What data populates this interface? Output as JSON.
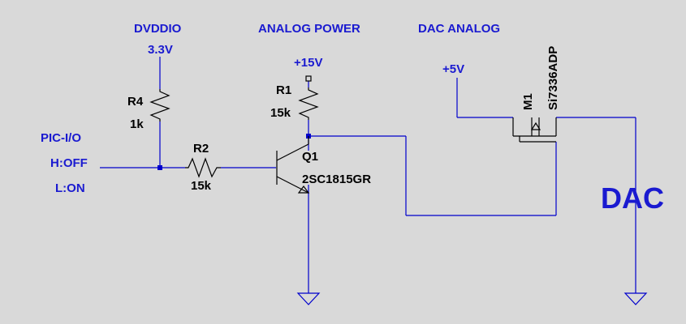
{
  "colors": {
    "wire": "#0000cc",
    "label": "#1a1ad0",
    "component": "#000000",
    "background": "#d9d9d9"
  },
  "headings": {
    "dvddio": "DVDDIO",
    "analog_power": "ANALOG POWER",
    "dac_analog": "DAC ANALOG"
  },
  "rails": {
    "v3_3": "3.3V",
    "v15": "+15V",
    "v5": "+5V"
  },
  "input": {
    "name": "PIC-I/O",
    "high_state": "H:OFF",
    "low_state": "L:ON"
  },
  "components": {
    "r4": {
      "ref": "R4",
      "value": "1k"
    },
    "r2": {
      "ref": "R2",
      "value": "15k"
    },
    "r1": {
      "ref": "R1",
      "value": "15k"
    },
    "q1": {
      "ref": "Q1",
      "part": "2SC1815GR"
    },
    "m1": {
      "ref": "M1",
      "part": "Si7336ADP"
    }
  },
  "output": {
    "name": "DAC"
  },
  "icons": [
    "ground-icon",
    "resistor-icon",
    "npn-transistor-icon",
    "mosfet-icon",
    "power-flag-icon"
  ]
}
